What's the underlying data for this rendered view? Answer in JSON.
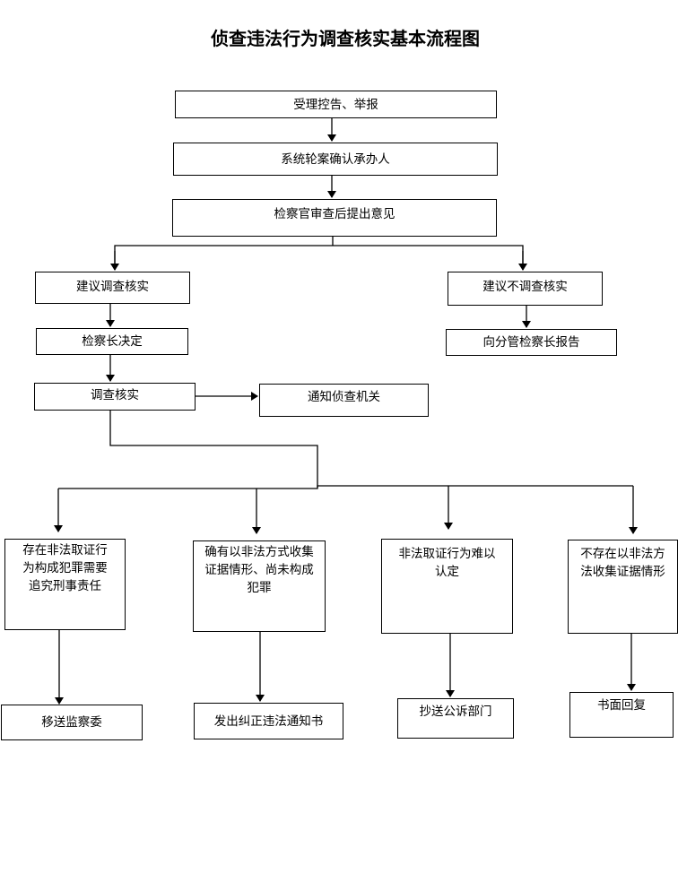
{
  "title": "侦查违法行为调查核实基本流程图",
  "steps": {
    "accept": "受理控告、举报",
    "assign": "系统轮案确认承办人",
    "review": "检察官审查后提出意见",
    "suggest_investigate": "建议调查核实",
    "suggest_not_investigate": "建议不调查核实",
    "chief_decision": "检察长决定",
    "report_deputy": "向分管检察长报告",
    "investigate": "调查核实",
    "notify_agency": "通知侦查机关"
  },
  "outcomes": [
    {
      "condition": "存在非法取证行为构成犯罪需要追究刑事责任",
      "action": "移送监察委"
    },
    {
      "condition": "确有以非法方式收集证据情形、尚未构成犯罪",
      "action": "发出纠正违法通知书"
    },
    {
      "condition": "非法取证行为难以认定",
      "action": "抄送公诉部门"
    },
    {
      "condition": "不存在以非法方法收集证据情形",
      "action": "书面回复"
    }
  ]
}
